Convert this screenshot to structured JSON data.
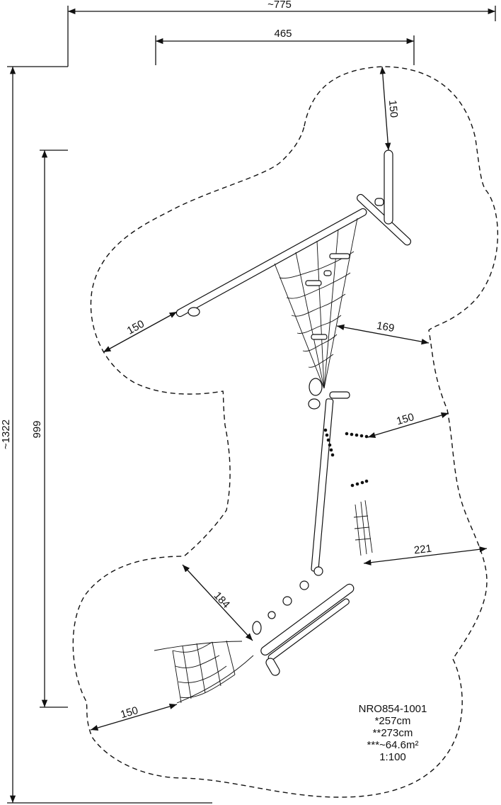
{
  "dimensions": {
    "overall_width": "~775",
    "inner_width": "465",
    "overall_height": "~1322",
    "inner_height": "999",
    "clearance_top": "150",
    "clearance_left": "150",
    "clearance_net": "169",
    "clearance_mid": "150",
    "clearance_right": "221",
    "clearance_inner": "184",
    "clearance_bottom": "150"
  },
  "info": {
    "code": "NRO854-1001",
    "height_1": "*257cm",
    "height_2": "**273cm",
    "area": "***~64.6m²",
    "scale": "1:100"
  }
}
